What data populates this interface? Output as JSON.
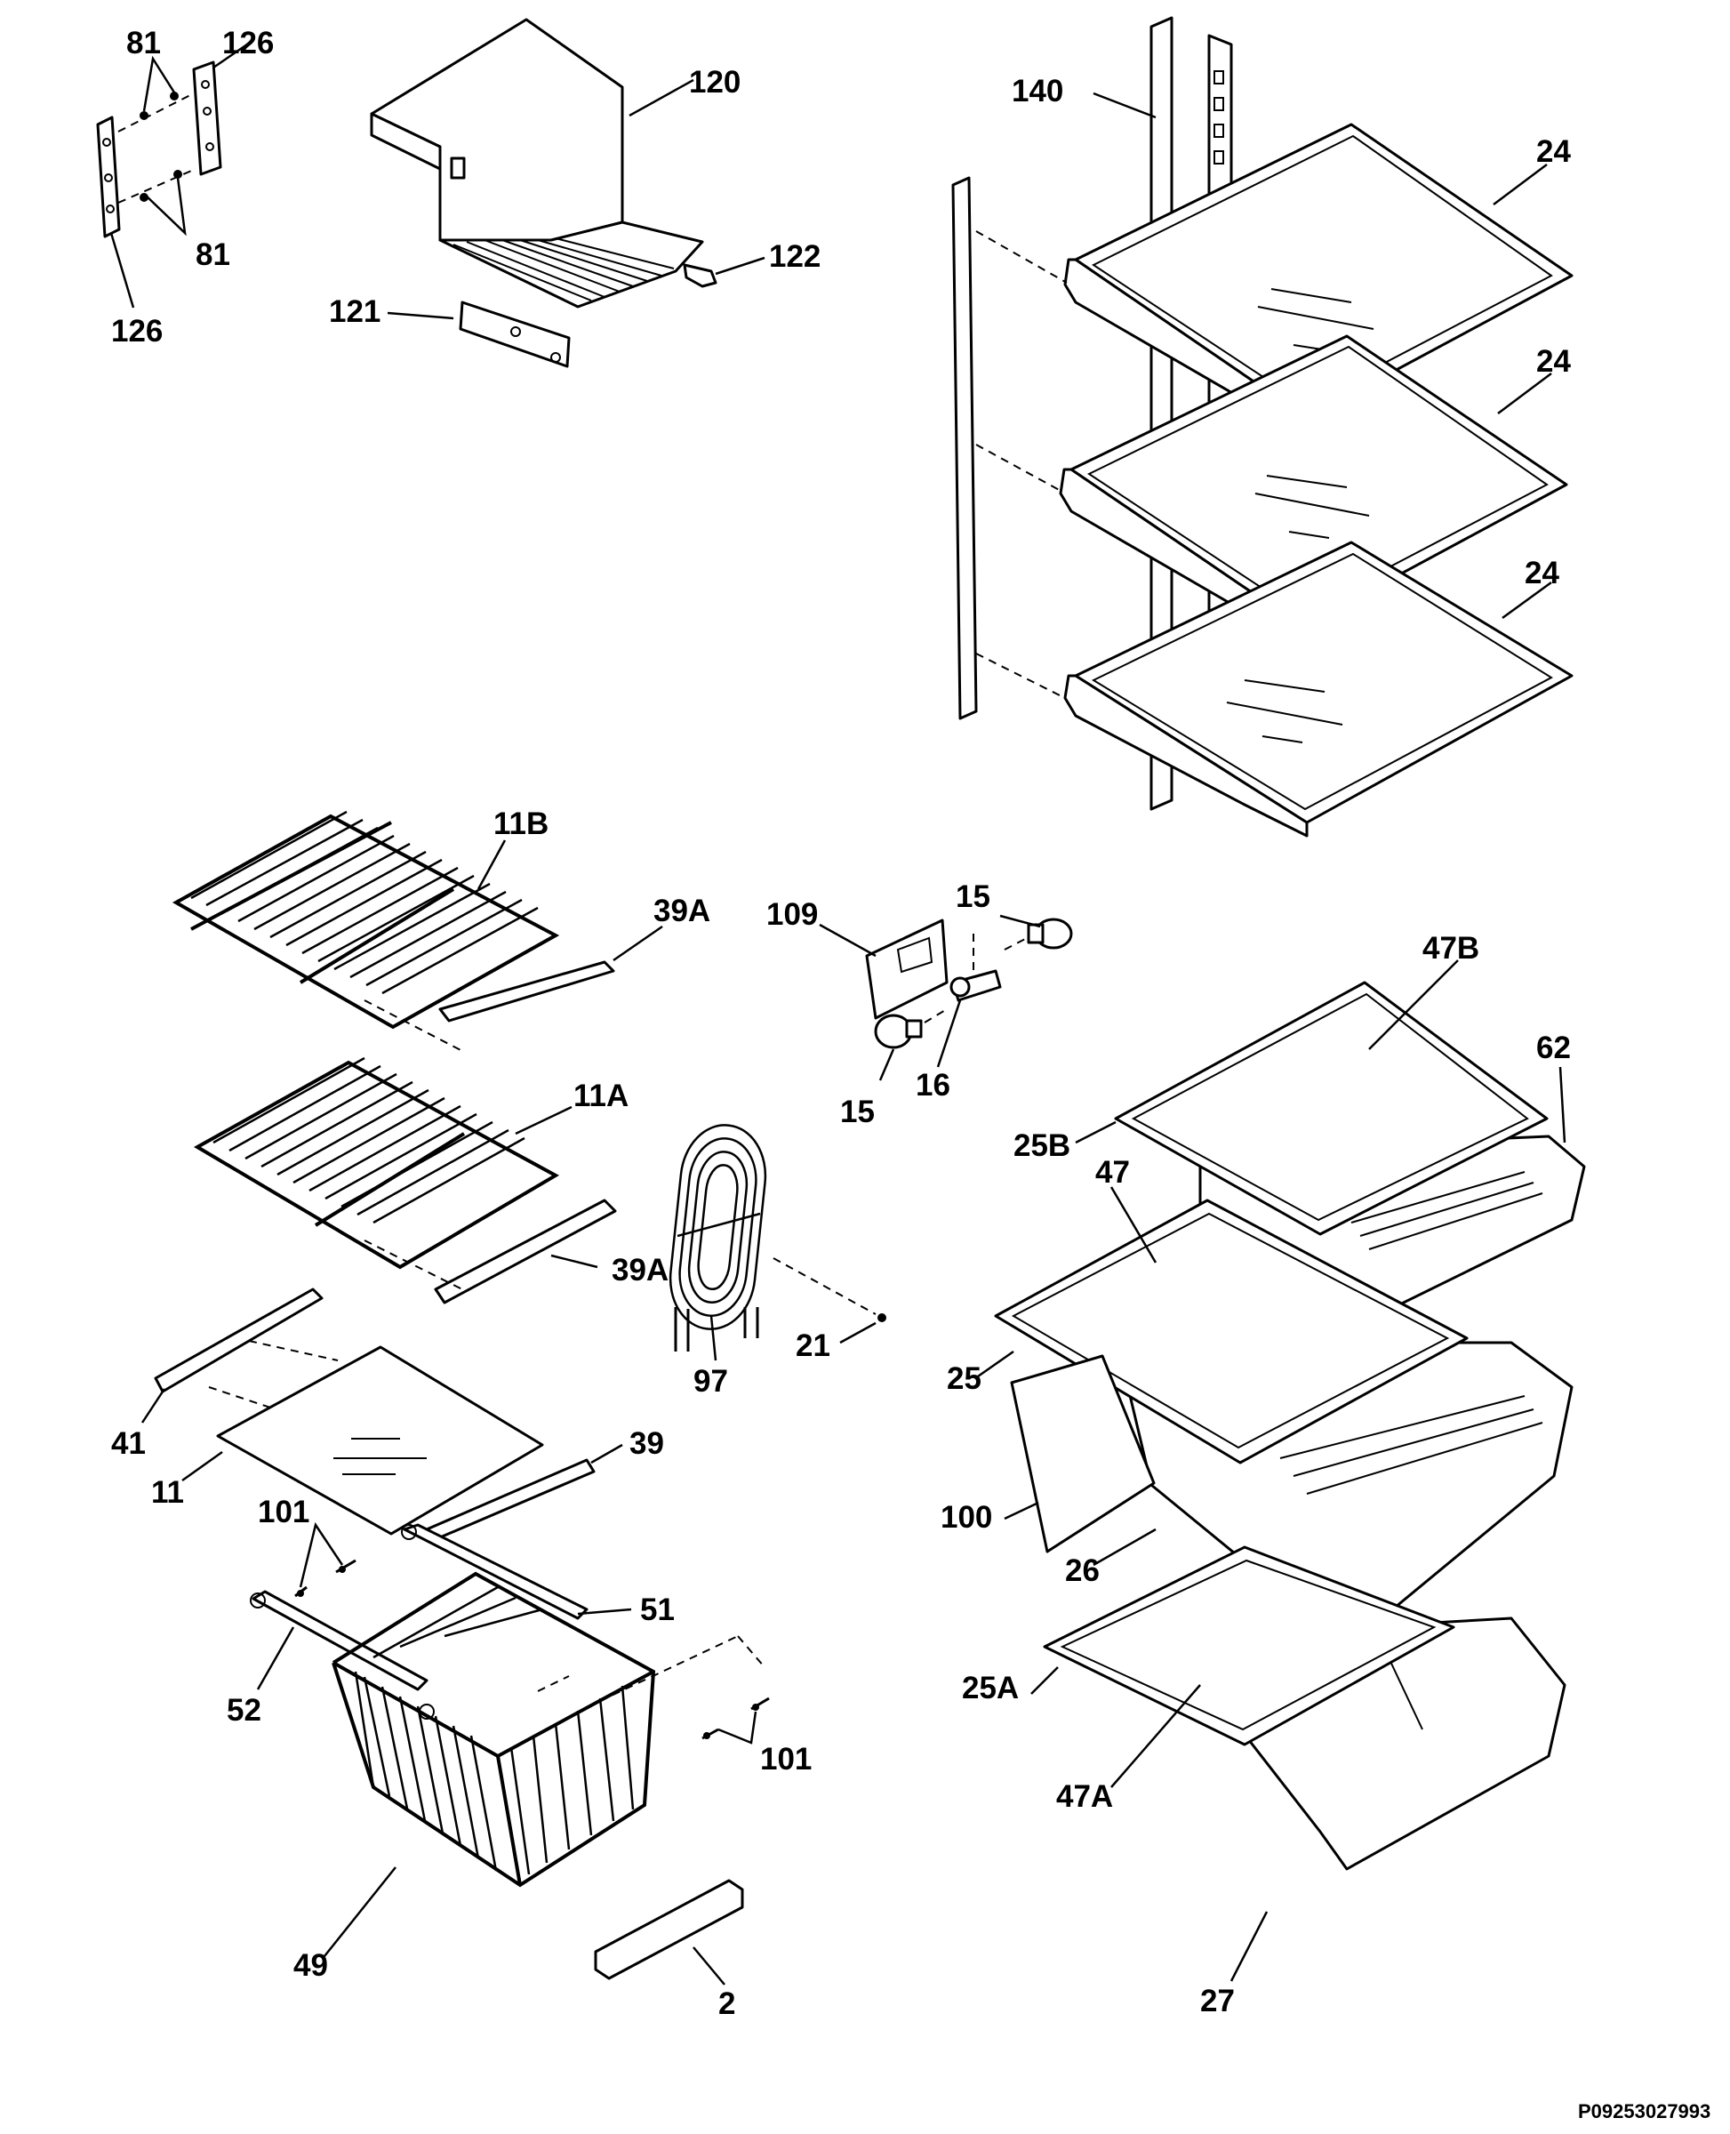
{
  "diagram": {
    "labels": {
      "l81a": "81",
      "l126a": "126",
      "l81b": "81",
      "l126b": "126",
      "l120": "120",
      "l122": "122",
      "l121": "121",
      "l140": "140",
      "l24a": "24",
      "l24b": "24",
      "l24c": "24",
      "l11B": "11B",
      "l39Aa": "39A",
      "l11A": "11A",
      "l39Ab": "39A",
      "l41": "41",
      "l11": "11",
      "l39": "39",
      "l101a": "101",
      "l51": "51",
      "l52": "52",
      "l101b": "101",
      "l49": "49",
      "l2": "2",
      "l109": "109",
      "l15a": "15",
      "l15b": "15",
      "l16": "16",
      "l97": "97",
      "l21": "21",
      "l47B": "47B",
      "l62": "62",
      "l25B": "25B",
      "l47": "47",
      "l25": "25",
      "l100": "100",
      "l26": "26",
      "l25A": "25A",
      "l47A": "47A",
      "l27": "27"
    },
    "document_id": "P09253027993"
  }
}
